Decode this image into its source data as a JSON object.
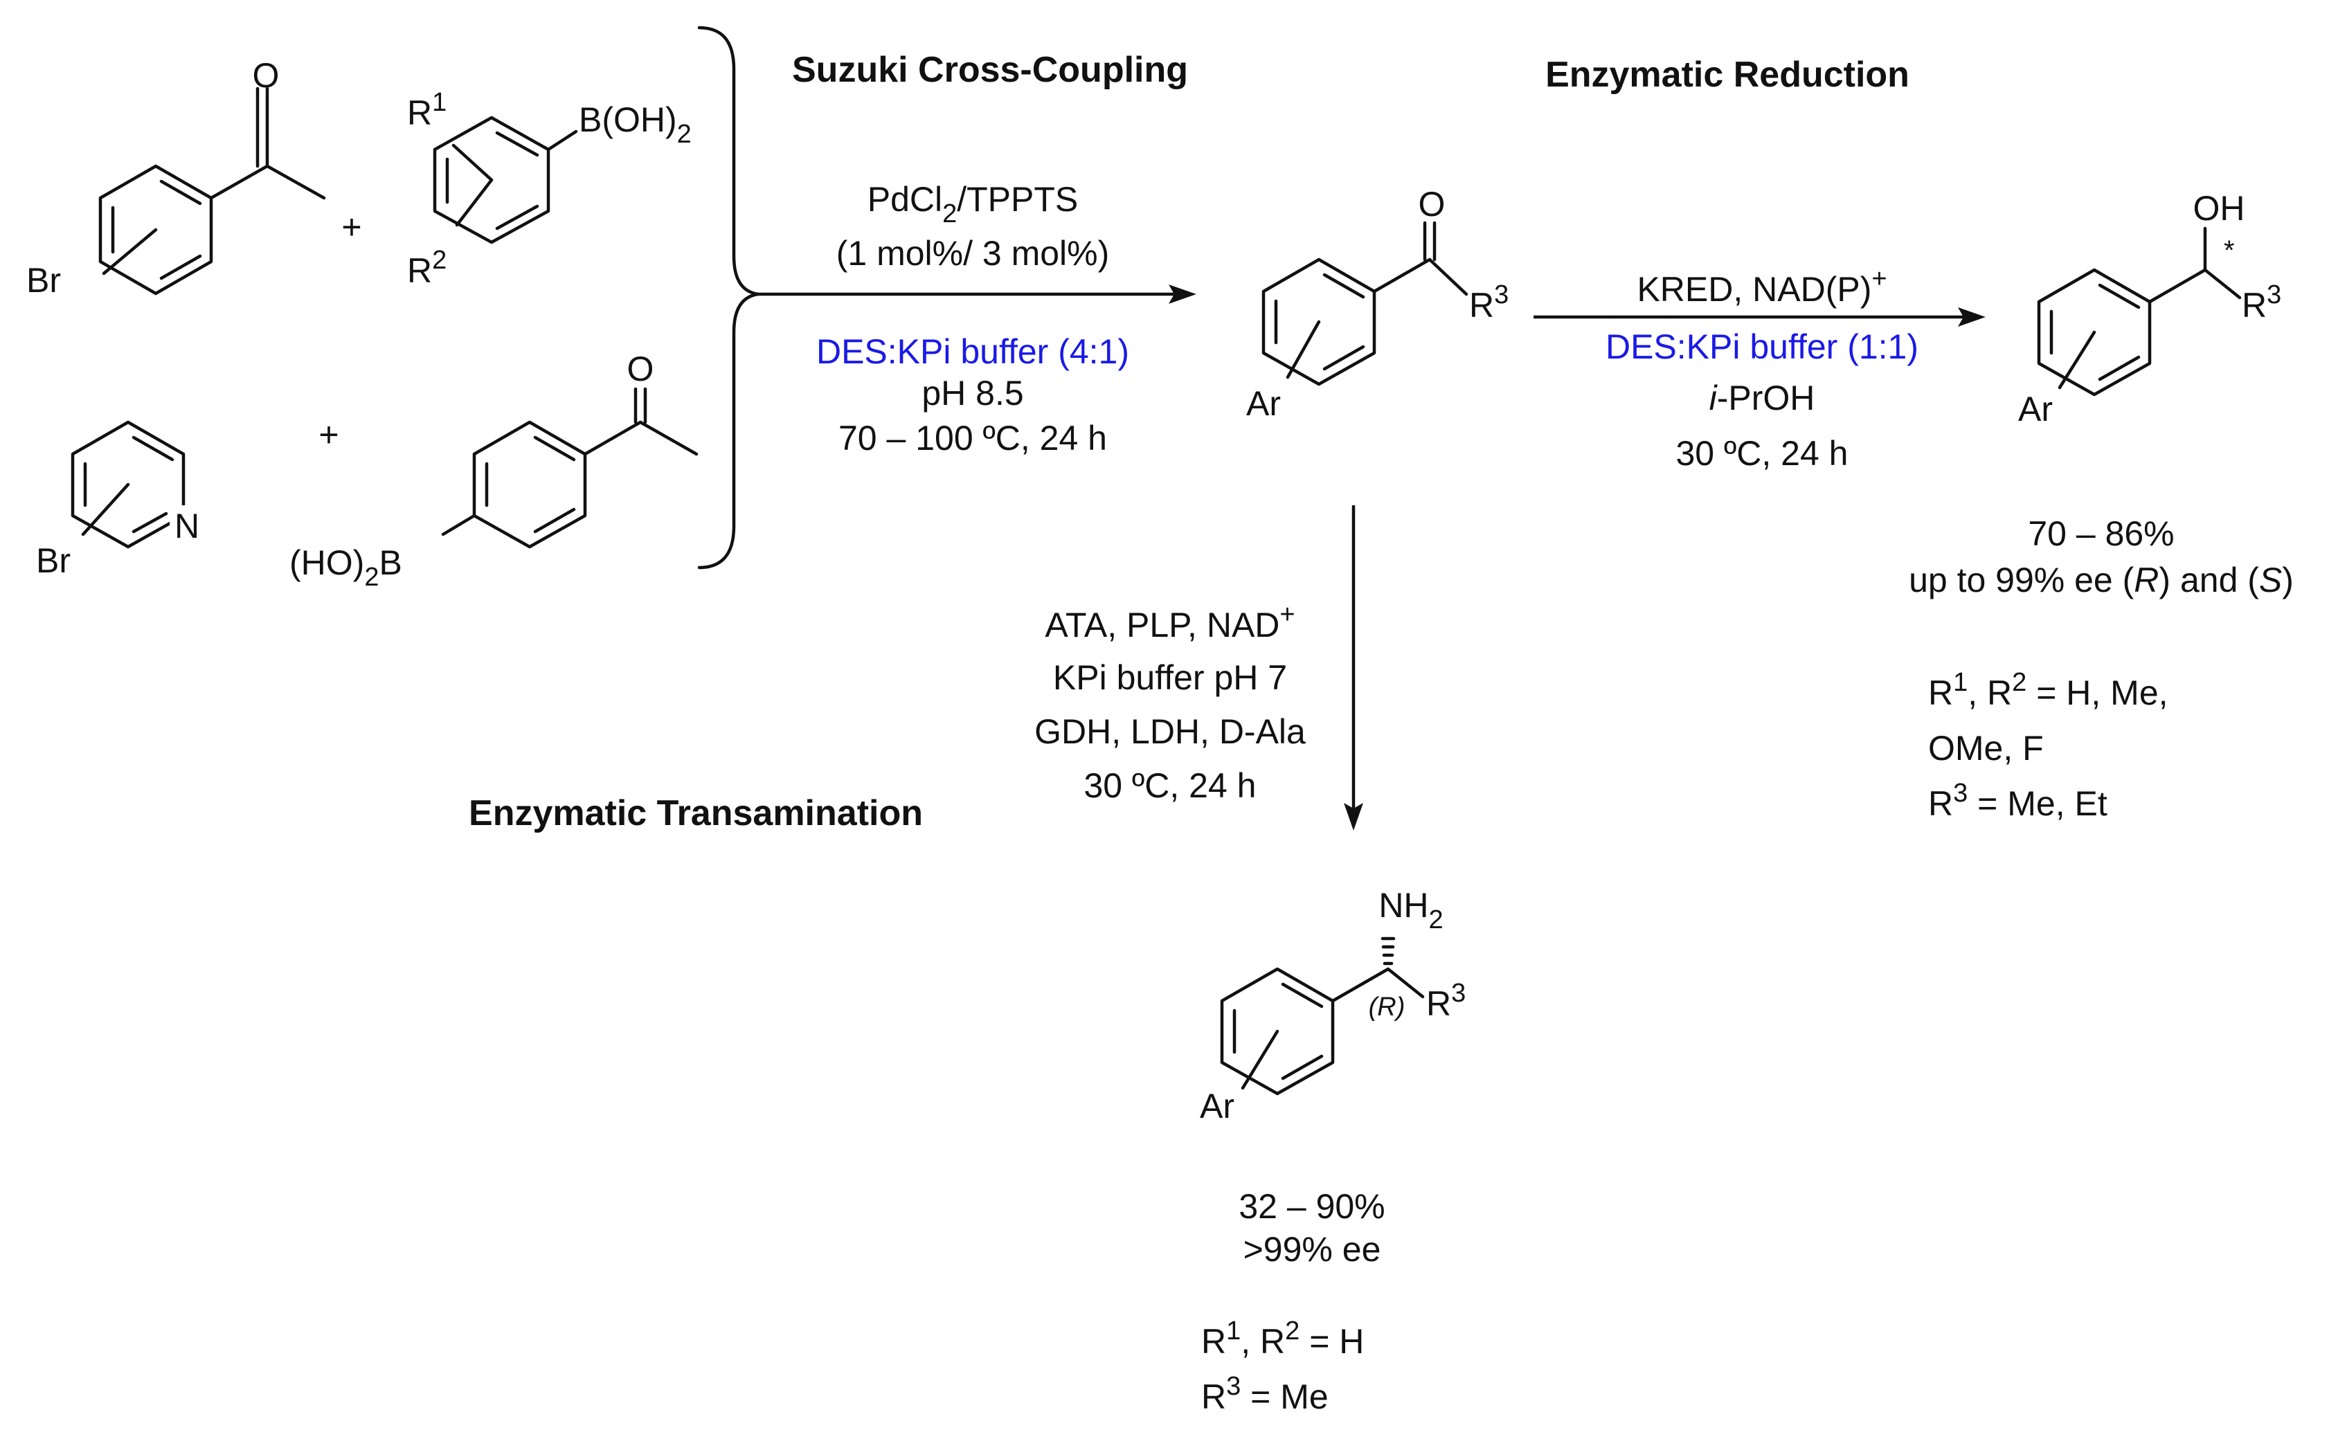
{
  "sections": {
    "suzuki_title": "Suzuki Cross-Coupling",
    "reduction_title": "Enzymatic Reduction",
    "transamination_title": "Enzymatic Transamination"
  },
  "reactants": {
    "plus": "+",
    "br": "Br",
    "boronic_acid_left": "B(OH)",
    "boronic_acid_left_sub": "2",
    "r1": "R",
    "r1_sup": "1",
    "r2": "R",
    "r2_sup": "2",
    "pyridine_n": "N",
    "boronic_acid_right_pre": "(HO)",
    "boronic_acid_right_sub": "2",
    "boronic_acid_right_post": "B",
    "oxygen": "O"
  },
  "suzuki_conditions": {
    "catalyst_pre": "PdCl",
    "catalyst_sub": "2",
    "catalyst_post": "/TPPTS",
    "loading": "(1 mol%/ 3 mol%)",
    "solvent": "DES:KPi buffer (4:1)",
    "ph": "pH 8.5",
    "temp_time": "70 – 100 ºC, 24 h"
  },
  "reduction_conditions": {
    "enzyme": "KRED, NAD(P)",
    "enzyme_sup": "+",
    "solvent": "DES:KPi buffer (1:1)",
    "cosubstrate_italic": "i",
    "cosubstrate_rest": "-PrOH",
    "temp_time": "30 ºC, 24 h"
  },
  "transamination_conditions": {
    "line1": "ATA, PLP, NAD",
    "line1_sup": "+",
    "line2": "KPi buffer pH 7",
    "line3": "GDH, LDH, D-Ala",
    "line4": "30 ºC, 24 h"
  },
  "ketone_product": {
    "oxygen": "O",
    "r3": "R",
    "r3_sup": "3",
    "ar": "Ar"
  },
  "alcohol_product": {
    "oh": "OH",
    "star": "*",
    "r3": "R",
    "r3_sup": "3",
    "ar": "Ar",
    "yield": "70 – 86%",
    "ee_a": "up to 99% ee (",
    "ee_r": "R",
    "ee_b": ") and (",
    "ee_s": "S",
    "ee_c": ")",
    "sub1_a": "R",
    "sub1_b": "1",
    "sub1_c": ", R",
    "sub1_d": "2",
    "sub1_e": " = H, Me,",
    "sub2": "OMe, F",
    "sub3_a": "R",
    "sub3_b": "3",
    "sub3_c": " = Me, Et"
  },
  "amine_product": {
    "nh": "NH",
    "nh_sub": "2",
    "stereo": "(R)",
    "r3": "R",
    "r3_sup": "3",
    "ar": "Ar",
    "yield": "32 – 90%",
    "ee": ">99% ee",
    "sub1_a": "R",
    "sub1_b": "1",
    "sub1_c": ", R",
    "sub1_d": "2",
    "sub1_e": " = H",
    "sub2_a": "R",
    "sub2_b": "3",
    "sub2_c": " = Me"
  },
  "colors": {
    "ink": "#111111",
    "solvent_blue": "#1a1ae6"
  }
}
